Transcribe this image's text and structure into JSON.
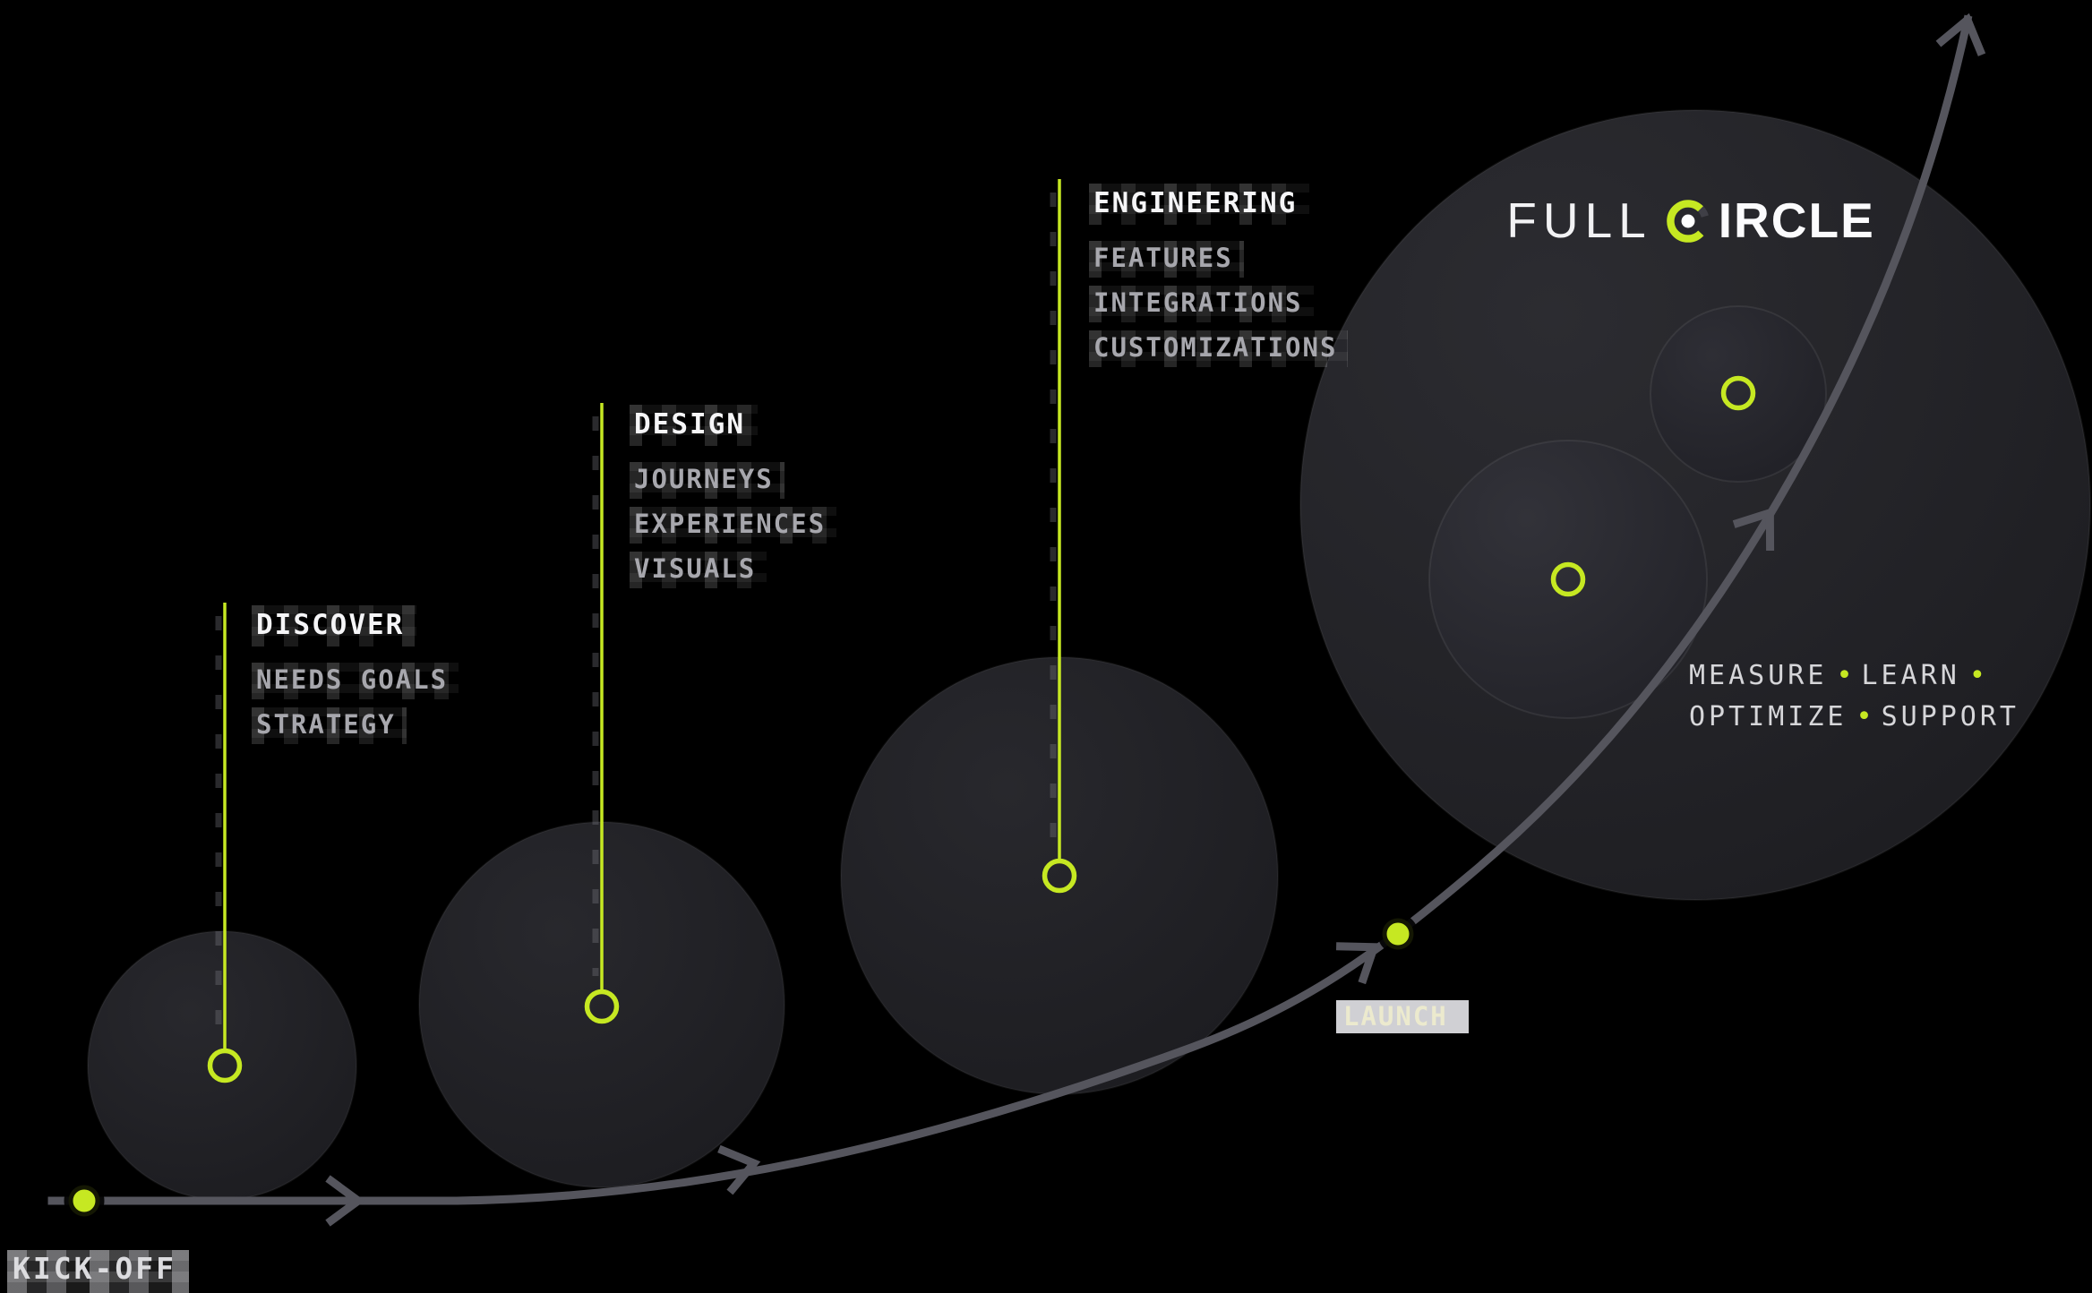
{
  "stages": [
    {
      "title": "DISCOVER",
      "items": [
        "NEEDS GOALS",
        "STRATEGY"
      ]
    },
    {
      "title": "DESIGN",
      "items": [
        "JOURNEYS",
        "EXPERIENCES",
        "VISUALS"
      ]
    },
    {
      "title": "ENGINEERING",
      "items": [
        "FEATURES",
        "INTEGRATIONS",
        "CUSTOMIZATIONS"
      ]
    }
  ],
  "full_circle": {
    "name_full": "FULL",
    "name_rest": "IRCLE",
    "tagline": {
      "words": [
        "MEASURE",
        "LEARN",
        "OPTIMIZE",
        "SUPPORT"
      ],
      "bullet": "•"
    }
  },
  "milestones": {
    "start": "KICK-OFF",
    "launch": "LAUNCH"
  },
  "colors": {
    "background": "#000000",
    "lime": "#c6e822",
    "path_gray": "#55555d",
    "title": "#f5f5f7",
    "subtext": "#a7a7ad",
    "circle_fill": "#222227",
    "launch_block": "#d0d0d4"
  }
}
